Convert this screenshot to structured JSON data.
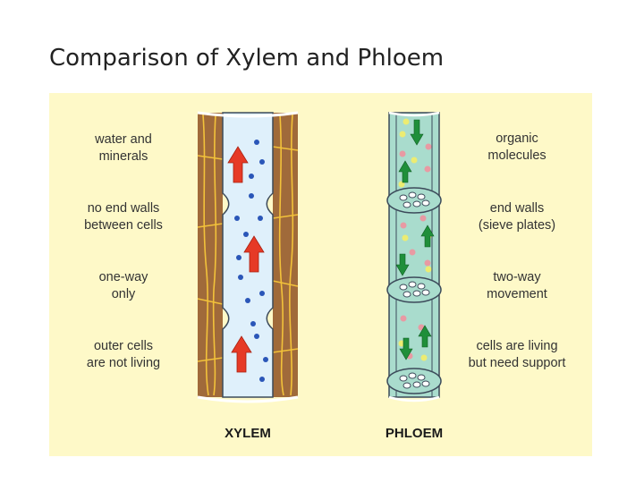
{
  "title": "Comparison of Xylem and Phloem",
  "colors": {
    "panel_bg": "#fef9c8",
    "xylem_wall": "#a06a3a",
    "xylem_lumen": "#dff0fb",
    "phloem_fill": "#a9dccd",
    "red_arrow": "#e63a26",
    "green_arrow": "#1f8f3a",
    "blue_dot": "#2a56b8",
    "pink_dot": "#e89aa3",
    "yellow_dot": "#ecec72"
  },
  "xylem": {
    "name": "XYLEM",
    "labels": [
      {
        "line1": "water and",
        "line2": "minerals",
        "icon": "red-arrow-icon"
      },
      {
        "line1": "no end walls",
        "line2": "between cells",
        "icon": "open-junction-icon"
      },
      {
        "line1": "one-way",
        "line2": "only",
        "icon": "red-arrow-icon"
      },
      {
        "line1": "outer cells",
        "line2": "are not living",
        "icon": "dead-wall-icon"
      }
    ]
  },
  "phloem": {
    "name": "PHLOEM",
    "labels": [
      {
        "line1": "organic",
        "line2": "molecules",
        "icon": "molecule-dot-icon"
      },
      {
        "line1": "end walls",
        "line2": "(sieve plates)",
        "icon": "sieve-plate-icon"
      },
      {
        "line1": "two-way",
        "line2": "movement",
        "icon": "two-way-arrow-icon"
      },
      {
        "line1": "cells are living",
        "line2": "but need support",
        "icon": "living-cell-icon"
      }
    ]
  }
}
